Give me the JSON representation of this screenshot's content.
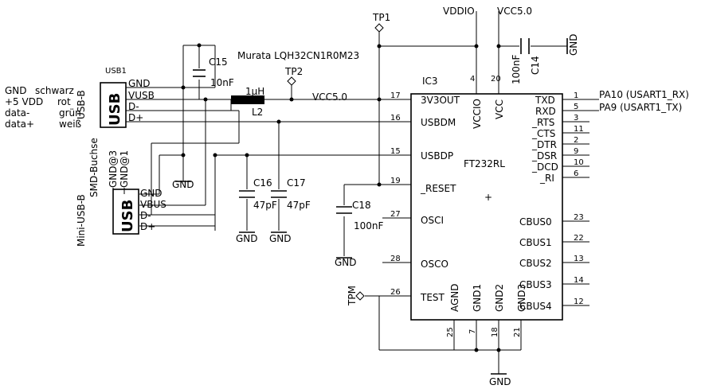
{
  "usb_header": {
    "designator": "USB1",
    "labels": {
      "gnd": "GND",
      "vusb": "VUSB",
      "dm": "D-",
      "dp": "D+"
    },
    "legend": [
      {
        "name": "GND",
        "color": "schwarz"
      },
      {
        "name": "+5 VDD",
        "color": "rot"
      },
      {
        "name": "data-",
        "color": "grün"
      },
      {
        "name": "data+",
        "color": "weiß"
      }
    ],
    "conn_label": "USB-B",
    "usb_text": "USB"
  },
  "mini_usb": {
    "label1": "SMD-Buchse",
    "label2": "Mini-USB-B",
    "gnd3": "GND@3",
    "gnd1": "GND@1",
    "labels": {
      "gnd": "GND",
      "vbus": "VBUS",
      "dm": "D-",
      "dp": "D+"
    },
    "usb_text": "USB"
  },
  "components": {
    "c15": {
      "name": "C15",
      "value": "10nF"
    },
    "l2": {
      "name": "L2",
      "value": "1µH",
      "part": "Murata LQH32CN1R0M23"
    },
    "tp2": "TP2",
    "tp1": "TP1",
    "tpm": "TPM",
    "vcc5_mid": "VCC5.0",
    "vddio": "VDDIO",
    "vcc5_top": "VCC5.0",
    "c14": {
      "name": "C14",
      "value": "100nF"
    },
    "c16": {
      "name": "C16",
      "value": "47pF"
    },
    "c17": {
      "name": "C17",
      "value": "47pF"
    },
    "c18": {
      "name": "C18",
      "value": "100nF"
    },
    "gnd": "GND"
  },
  "ic": {
    "designator": "IC3",
    "part": "FT232RL",
    "left_pins": [
      {
        "num": "17",
        "name": "3V3OUT"
      },
      {
        "num": "16",
        "name": "USBDM"
      },
      {
        "num": "15",
        "name": "USBDP"
      },
      {
        "num": "19",
        "name": "_RESET"
      },
      {
        "num": "27",
        "name": "OSCI"
      },
      {
        "num": "28",
        "name": "OSCO"
      },
      {
        "num": "26",
        "name": "TEST"
      }
    ],
    "top_pins": [
      {
        "num": "4",
        "name": "VCCIO"
      },
      {
        "num": "20",
        "name": "VCC"
      }
    ],
    "right_pins": [
      {
        "num": "1",
        "name": "TXD"
      },
      {
        "num": "5",
        "name": "RXD"
      },
      {
        "num": "3",
        "name": "_RTS"
      },
      {
        "num": "11",
        "name": "_CTS"
      },
      {
        "num": "2",
        "name": "_DTR"
      },
      {
        "num": "9",
        "name": "_DSR"
      },
      {
        "num": "10",
        "name": "_DCD"
      },
      {
        "num": "6",
        "name": "_RI"
      },
      {
        "num": "23",
        "name": "CBUS0"
      },
      {
        "num": "22",
        "name": "CBUS1"
      },
      {
        "num": "13",
        "name": "CBUS2"
      },
      {
        "num": "14",
        "name": "CBUS3"
      },
      {
        "num": "12",
        "name": "CBUS4"
      }
    ],
    "bottom_pins": [
      {
        "num": "25",
        "name": "AGND"
      },
      {
        "num": "7",
        "name": "GND1"
      },
      {
        "num": "18",
        "name": "GND2"
      },
      {
        "num": "21",
        "name": "GND3"
      }
    ]
  },
  "nets": {
    "pa10": "PA10 (USART1_RX)",
    "pa9": "PA9 (USART1_TX)"
  }
}
